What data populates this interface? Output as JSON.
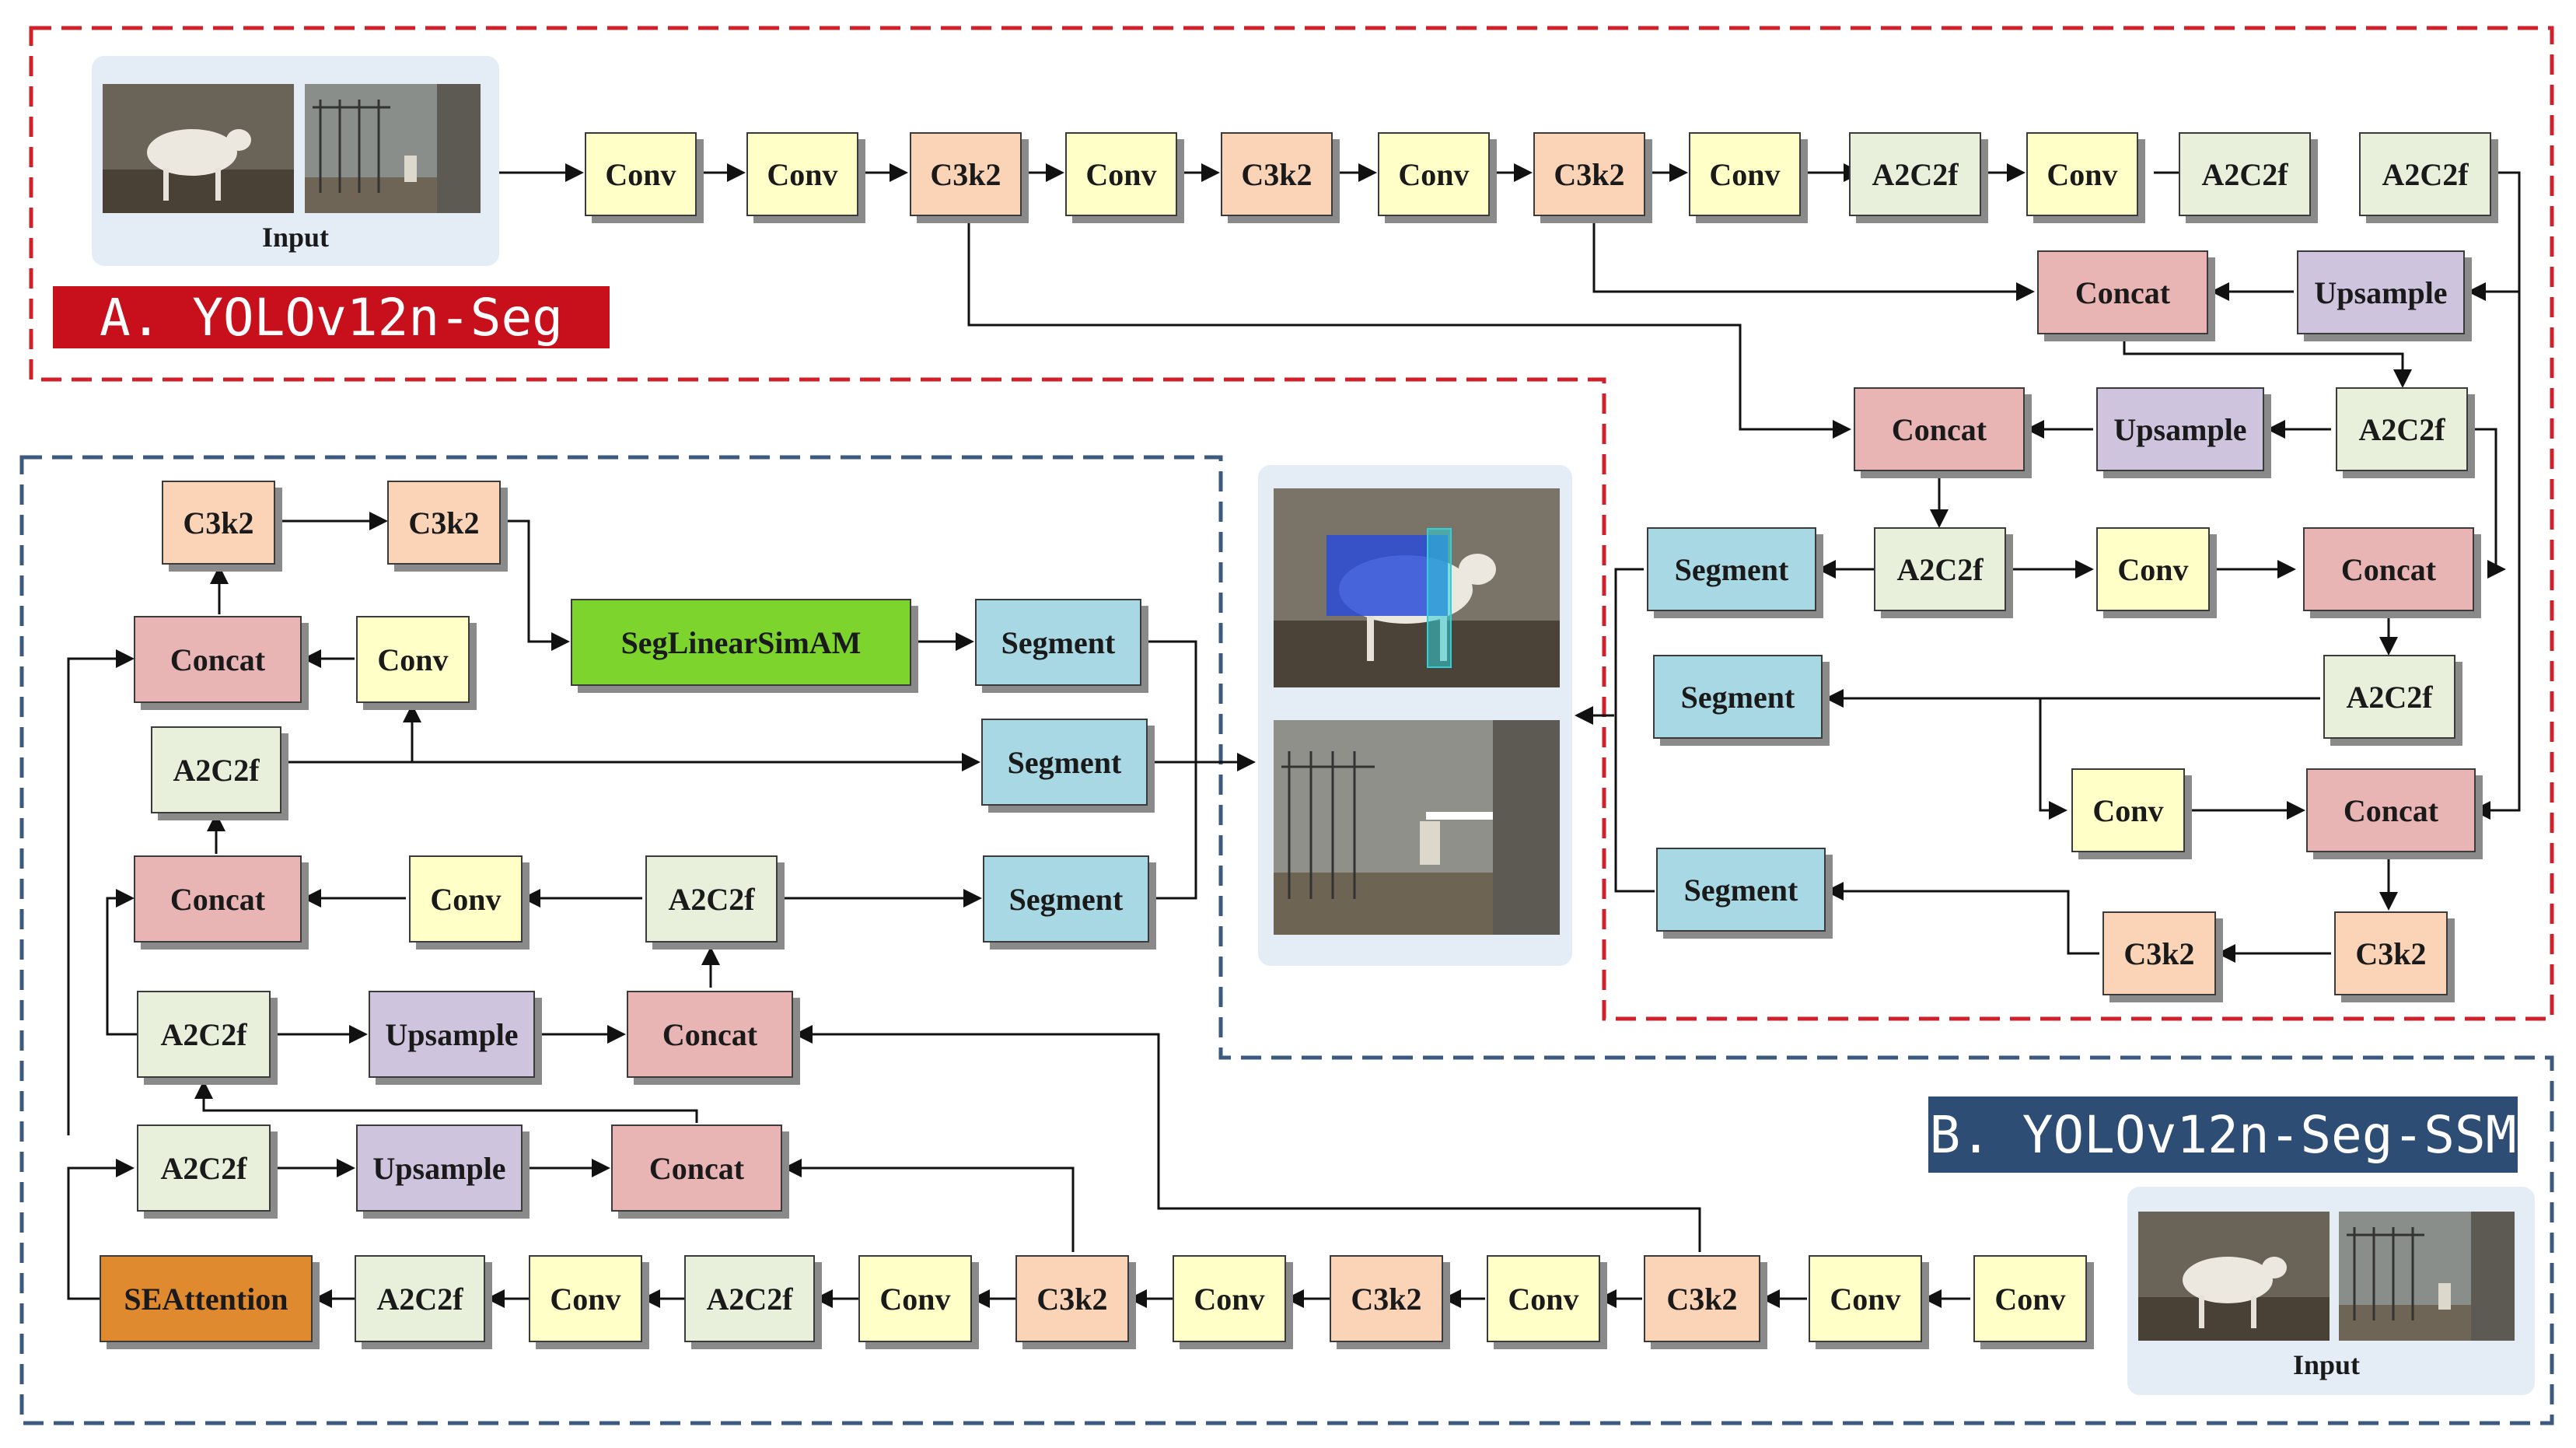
{
  "title_a": "A. YOLOv12n-Seg",
  "title_b": "B. YOLOv12n-Seg-SSM",
  "input_label_a": "Input",
  "input_label_b": "Input",
  "colors": {
    "border_a": "#d0202a",
    "border_b": "#3c5a80",
    "title_a_bg": "#c8101c",
    "title_b_bg": "#2e4d74",
    "conv": "#ffffc8",
    "c3k2": "#fbd4b8",
    "a2c2f": "#e8f0dc",
    "concat": "#e8b4b4",
    "upsample": "#cfc4dd",
    "segment": "#a8d8e4",
    "seglinearsimam": "#7cd42c",
    "seattention": "#df8a2e"
  },
  "nodes_a": {
    "conv_1": "Conv",
    "conv_2": "Conv",
    "c3k2_1": "C3k2",
    "conv_3": "Conv",
    "c3k2_2": "C3k2",
    "conv_4": "Conv",
    "c3k2_3": "C3k2",
    "conv_5": "Conv",
    "a2c2f_1": "A2C2f",
    "conv_6": "Conv",
    "a2c2f_2": "A2C2f",
    "a2c2f_3": "A2C2f",
    "upsample_1": "Upsample",
    "concat_1": "Concat",
    "a2c2f_4": "A2C2f",
    "upsample_2": "Upsample",
    "concat_2": "Concat",
    "a2c2f_5": "A2C2f",
    "conv_7": "Conv",
    "concat_3": "Concat",
    "a2c2f_6": "A2C2f",
    "conv_8": "Conv",
    "concat_4": "Concat",
    "c3k2_4": "C3k2",
    "c3k2_5": "C3k2",
    "segment_1": "Segment",
    "segment_2": "Segment",
    "segment_3": "Segment"
  },
  "nodes_b": {
    "conv_1": "Conv",
    "conv_2": "Conv",
    "c3k2_1": "C3k2",
    "conv_3": "Conv",
    "c3k2_2": "C3k2",
    "conv_4": "Conv",
    "c3k2_3": "C3k2",
    "conv_5": "Conv",
    "a2c2f_1": "A2C2f",
    "conv_6": "Conv",
    "a2c2f_2": "A2C2f",
    "seattention": "SEAttention",
    "a2c2f_3": "A2C2f",
    "upsample_1": "Upsample",
    "concat_1": "Concat",
    "a2c2f_4": "A2C2f",
    "upsample_2": "Upsample",
    "concat_2": "Concat",
    "a2c2f_5": "A2C2f",
    "conv_7": "Conv",
    "concat_3": "Concat",
    "a2c2f_6": "A2C2f",
    "conv_8": "Conv",
    "concat_4": "Concat",
    "c3k2_4": "C3k2",
    "c3k2_5": "C3k2",
    "seglinearsimam": "SegLinearSimAM",
    "segment_1": "Segment",
    "segment_2": "Segment",
    "segment_3": "Segment"
  }
}
